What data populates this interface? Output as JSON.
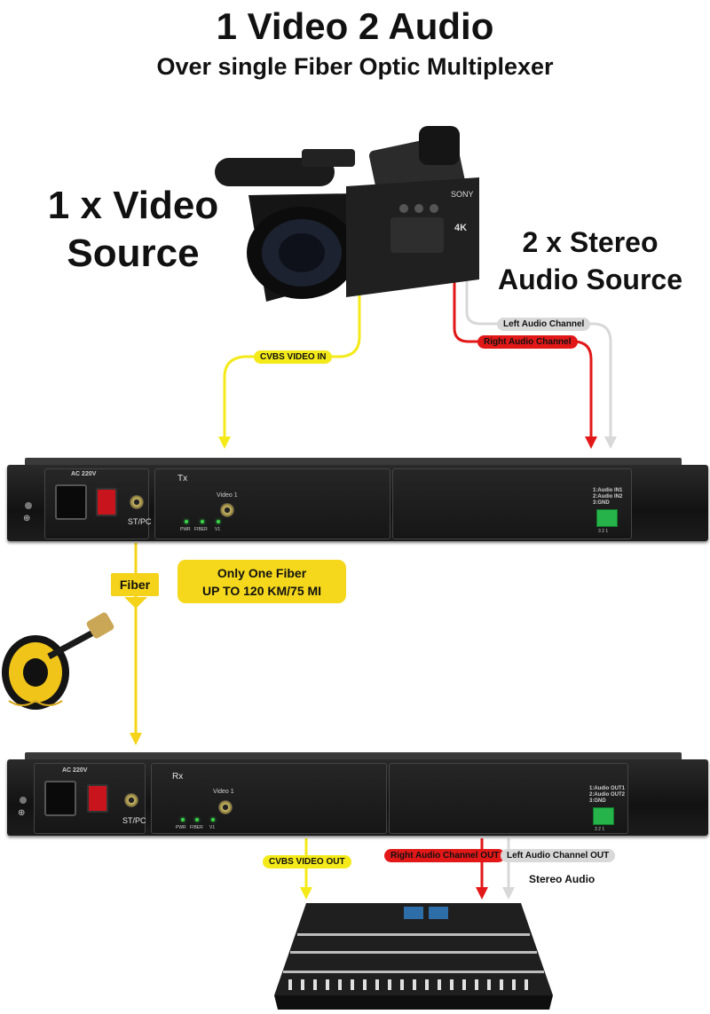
{
  "title": {
    "main": "1 Video 2 Audio",
    "sub": "Over single Fiber Optic Multiplexer"
  },
  "sources": {
    "video": [
      "1 x Video",
      "Source"
    ],
    "audio": [
      "2 x Stereo",
      "Audio Source"
    ]
  },
  "signal_labels": {
    "cvbs_in": "CVBS VIDEO IN",
    "left_in": "Left Audio Channel",
    "right_in": "Right Audio Channel",
    "cvbs_out": "CVBS VIDEO OUT",
    "right_out": "Right Audio Channel OUT",
    "left_out": "Left Audio Channel OUT",
    "stereo_audio": "Stereo Audio"
  },
  "fiber": {
    "tag": "Fiber",
    "note": [
      "Only One Fiber",
      "UP TO 120 KM/75 MI"
    ]
  },
  "tx_unit": {
    "power": "AC 220V",
    "connector": "ST/PC",
    "name": "Tx",
    "video_port": "Video 1",
    "leds": [
      "PWR",
      "FIBER",
      "V1"
    ],
    "audio_lines": [
      "1:Audio  IN1",
      "2:Audio  IN2",
      "3:GND"
    ],
    "terminal_pins": "3 2 1"
  },
  "rx_unit": {
    "power": "AC 220V",
    "connector": "ST/PC",
    "name": "Rx",
    "video_port": "Video 1",
    "leds": [
      "PWR",
      "FIBER",
      "V1"
    ],
    "audio_lines": [
      "1:Audio  OUT1",
      "2:Audio  OUT2",
      "3:GND"
    ],
    "terminal_pins": "3 2 1"
  },
  "colors": {
    "video_wire": "#f4ea1a",
    "right_wire": "#e21818",
    "left_wire": "#d8d8d8",
    "fiber_wire": "#f4d31a"
  }
}
